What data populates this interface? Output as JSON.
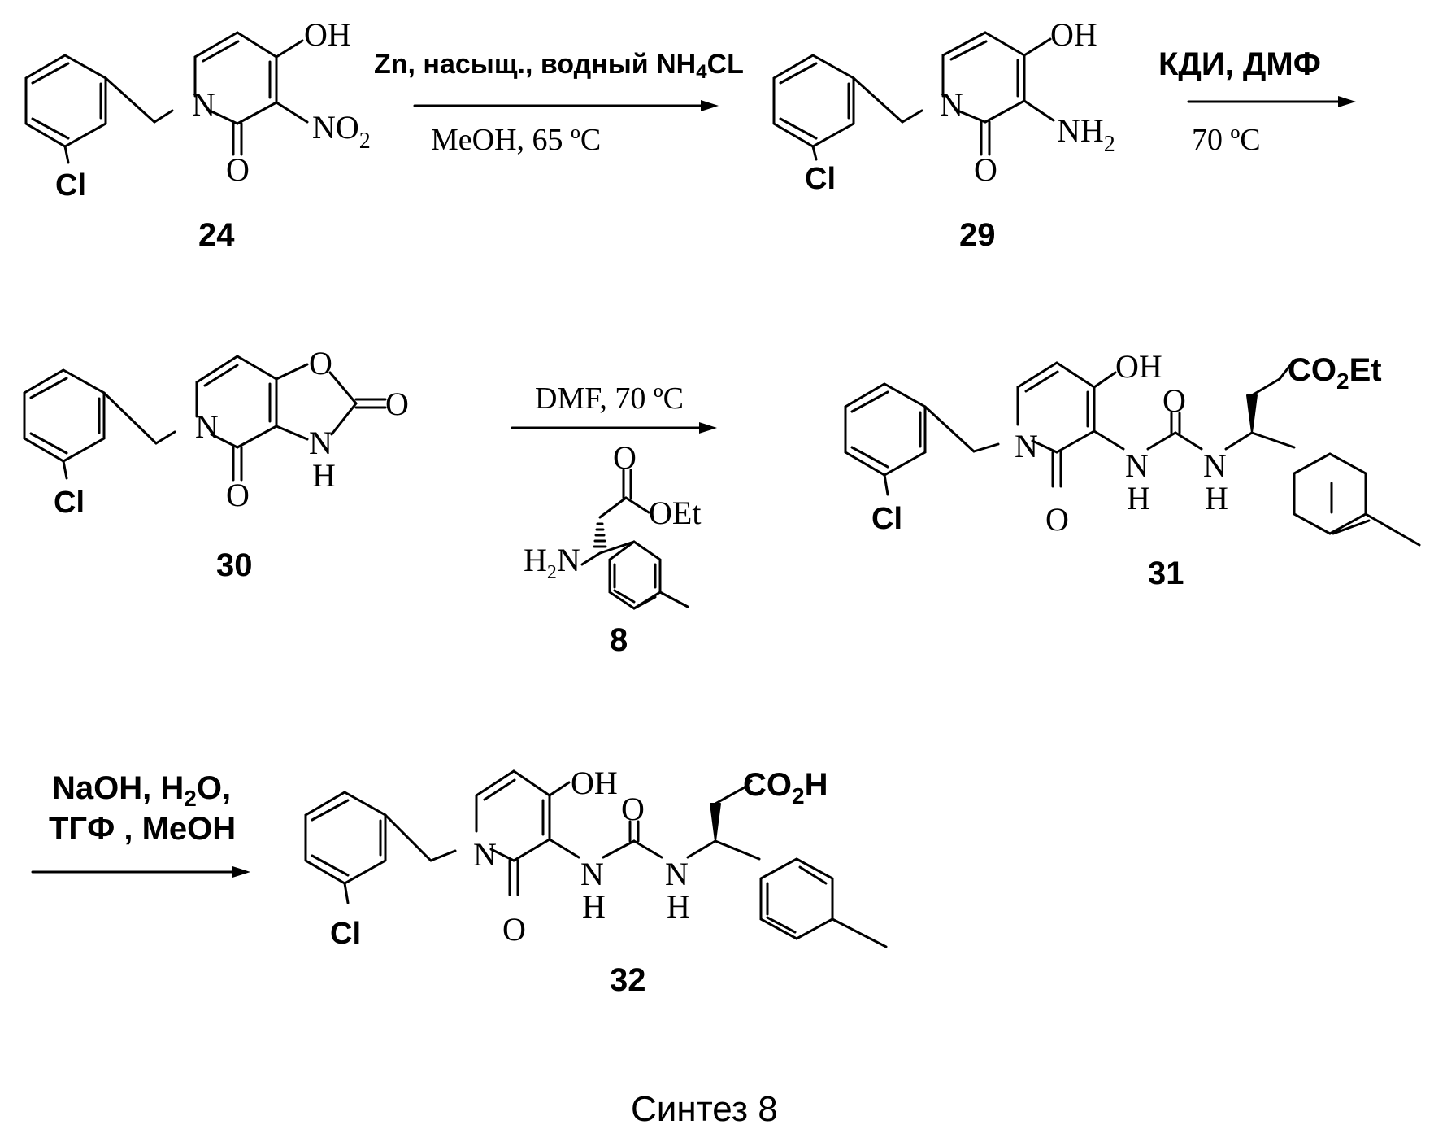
{
  "figure": {
    "caption": "Синтез 8"
  },
  "compounds": {
    "c24": {
      "number": "24",
      "oh": "OH",
      "n": "N",
      "o": "O",
      "no2": "NO",
      "no2_sub": "2",
      "cl": "Cl"
    },
    "c29": {
      "number": "29",
      "oh": "OH",
      "n": "N",
      "o": "O",
      "nh2": "NH",
      "nh2_sub": "2",
      "cl": "Cl"
    },
    "c30": {
      "number": "30",
      "o_ring": "O",
      "o_exo": "O",
      "n": "N",
      "o": "O",
      "nh_n": "N",
      "nh_h": "H",
      "cl": "Cl"
    },
    "c8": {
      "number": "8",
      "o": "O",
      "oet": "OEt",
      "h2n_h": "H",
      "h2n_sub": "2",
      "h2n_n": "N"
    },
    "c31": {
      "number": "31",
      "oh": "OH",
      "n": "N",
      "o": "O",
      "o_urea": "O",
      "nh1_n": "N",
      "nh1_h": "H",
      "nh2_n": "N",
      "nh2_h": "H",
      "ester": "CO",
      "ester_sub": "2",
      "ester_tail": "Et",
      "cl": "Cl"
    },
    "c32": {
      "number": "32",
      "oh": "OH",
      "n": "N",
      "o": "O",
      "o_urea": "O",
      "nh1_n": "N",
      "nh1_h": "H",
      "nh2_n": "N",
      "nh2_h": "H",
      "acid": "CO",
      "acid_sub": "2",
      "acid_tail": "H",
      "cl": "Cl"
    }
  },
  "reactions": {
    "r1": {
      "above_pre": "Zn, насыщ., водный NH",
      "above_sub": "4",
      "above_post": "CL",
      "below": "MeOH, 65 ºC"
    },
    "r2": {
      "above": "КДИ, ДМФ",
      "below": "70 ºC"
    },
    "r3": {
      "above": "DMF, 70 ºC"
    },
    "r4": {
      "line1_pre": "NaOH, H",
      "line1_sub": "2",
      "line1_post": "O,",
      "line2": "ТГФ , MeOH"
    }
  }
}
